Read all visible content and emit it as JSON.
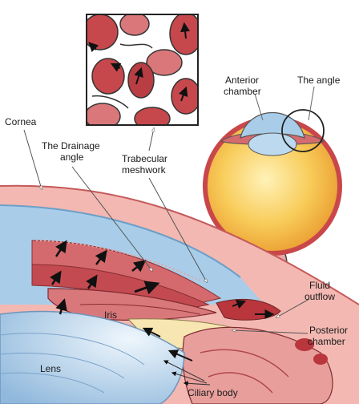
{
  "labels": {
    "cornea": "Cornea",
    "drainage_angle_line1": "The Drainage",
    "drainage_angle_line2": "angle",
    "trabecular_line1": "Trabecular",
    "trabecular_line2": "meshwork",
    "anterior_chamber_line1": "Anterior",
    "anterior_chamber_line2": "chamber",
    "the_angle": "The angle",
    "fluid_outflow_line1": "Fluid",
    "fluid_outflow_line2": "outflow",
    "iris": "Iris",
    "posterior_chamber_line1": "Posterior",
    "posterior_chamber_line2": "chamber",
    "lens": "Lens",
    "ciliary_body": "Ciliary body"
  },
  "colors": {
    "cornea_pink": "#f2b6b0",
    "tissue_red": "#c9474a",
    "blue_chamber": "#a9cde8",
    "lens_blue": "#bcd9ef",
    "yellow_globe": "#f7c64a",
    "outline": "#333333"
  }
}
